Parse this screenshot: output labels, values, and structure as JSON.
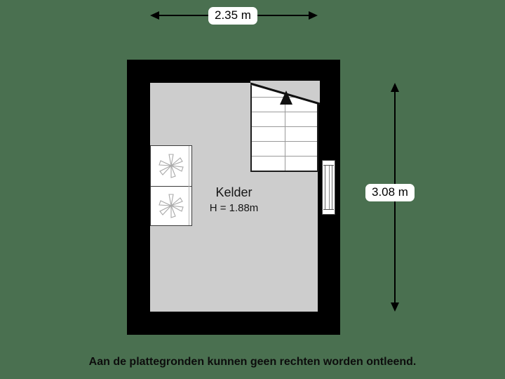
{
  "plan": {
    "room": {
      "name": "Kelder",
      "height_label": "H = 1.88m"
    },
    "dimensions": {
      "width_label": "2.35 m",
      "height_label": "3.08 m"
    },
    "fixtures": {
      "storage_symbol": "asterisk-symbol",
      "count": 2
    },
    "staircase": {
      "direction": "up",
      "steps": 6
    },
    "window": {
      "wall": "right",
      "type": "casement-window"
    },
    "colors": {
      "background": "#4a7050",
      "wall": "#000000",
      "floor": "#cdcdcd",
      "label_background": "#ffffff",
      "text": "#000000"
    }
  },
  "footer": {
    "disclaimer": "Aan de plattegronden kunnen geen rechten worden ontleend."
  }
}
